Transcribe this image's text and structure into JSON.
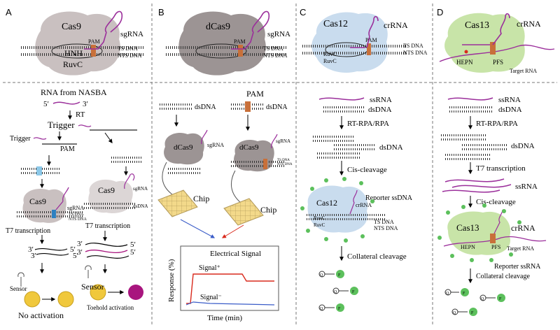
{
  "panels": {
    "A": {
      "letter": "A",
      "protein": "Cas9",
      "guide": "sgRNA",
      "pam": "PAM",
      "hnh": "HNH",
      "ruvc": "RuvC",
      "ts": "TS DNA",
      "nts": "NTS DNA",
      "workflow": {
        "title": "RNA from NASBA",
        "five": "5′",
        "three": "3′",
        "rt": "RT",
        "trigger": "Trigger",
        "trigger2": "Trigger",
        "pam": "PAM",
        "cas_left": "Cas9",
        "cas_right": "Cas9",
        "sgrna_left": "sgRNA",
        "sgrna_right": "sgRNA",
        "ts_small": "TS DNA",
        "nts_small": "NTS DNA",
        "dsdna_small": "dsDNA",
        "t7_left": "T7 transcription",
        "t7_right": "T7 transcription",
        "l3a": "3′",
        "l3b": "3′",
        "l5a": "5′",
        "l5b": "5′",
        "r3a": "3′",
        "r3b": "3′",
        "r5a": "5′",
        "r5b": "5′",
        "sensor_left": "Sensor",
        "sensor_right": "Sensor",
        "no_activation": "No activation",
        "toehold": "Toehold activation"
      }
    },
    "B": {
      "letter": "B",
      "protein": "dCas9",
      "guide": "sgRNA",
      "pam": "PAM",
      "ts": "TS DNA",
      "nts": "NTS DNA",
      "workflow": {
        "pam": "PAM",
        "dsdna1": "dsDNA",
        "dsdna2": "dsDNA",
        "dcas_left": "dCas9",
        "dcas_right": "dCas9",
        "sgrna_left": "sgRNA",
        "sgrna_right": "sgRNA",
        "ts_small": "TS DNA",
        "nts_small": "NTS DNA",
        "chip_left": "Chip",
        "chip_right": "Chip",
        "chart_title": "Electrical Signal",
        "signal_plus": "Signal⁺",
        "signal_minus": "Signal⁻",
        "ylabel": "Response (%)",
        "xlabel": "Time (min)"
      }
    },
    "C": {
      "letter": "C",
      "protein": "Cas12",
      "guide": "crRNA",
      "ruvc1": "RuvC",
      "ruvc2": "RuvC",
      "pam": "PAM",
      "ts": "TS DNA",
      "nts": "NTS DNA",
      "workflow": {
        "ssrna": "ssRNA",
        "dsdna1": "dsDNA",
        "rt": "RT-RPA/RPA",
        "dsdna2": "dsDNA",
        "cis": "Cis-cleavage",
        "reporter": "Reporter ssDNA",
        "cas": "Cas12",
        "crrna": "crRNA",
        "ruvc1": "RuvC",
        "ruvc2": "RuvC",
        "ts_small": "TS DNA",
        "nts_small": "NTS DNA",
        "collateral": "Collateral cleavage",
        "q": "Q",
        "f": "F"
      }
    },
    "D": {
      "letter": "D",
      "protein": "Cas13",
      "guide": "crRNA",
      "hepn": "HEPN",
      "pfs": "PFS",
      "target": "Target RNA",
      "workflow": {
        "ssrna1": "ssRNA",
        "dsdna1": "dsDNA",
        "rt": "RT-RPA/RPA",
        "dsdna2": "dsDNA",
        "t7": "T7 transcription",
        "ssrna2": "ssRNA",
        "cis": "Cis-cleavage",
        "cas": "Cas13",
        "crrna": "crRNA",
        "hepn": "HEPN",
        "pfs": "PFS",
        "target": "Target RNA",
        "reporter": "Reporter ssRNA",
        "collateral": "Collateral cleavage",
        "q": "Q",
        "f": "F"
      }
    }
  },
  "colors": {
    "cas9_gray": "#c9c0c0",
    "dcas9_gray": "#9c9494",
    "cas12_blue": "#c9dcee",
    "cas13_green": "#c8e4a8",
    "rna_purple": "#9b2f9b",
    "pam_orange": "#c8703a",
    "red": "#d92a1d",
    "reporter_green": "#5cc05c",
    "sensor_yellow": "#f0c83c",
    "toehold_magenta": "#a8157e"
  }
}
